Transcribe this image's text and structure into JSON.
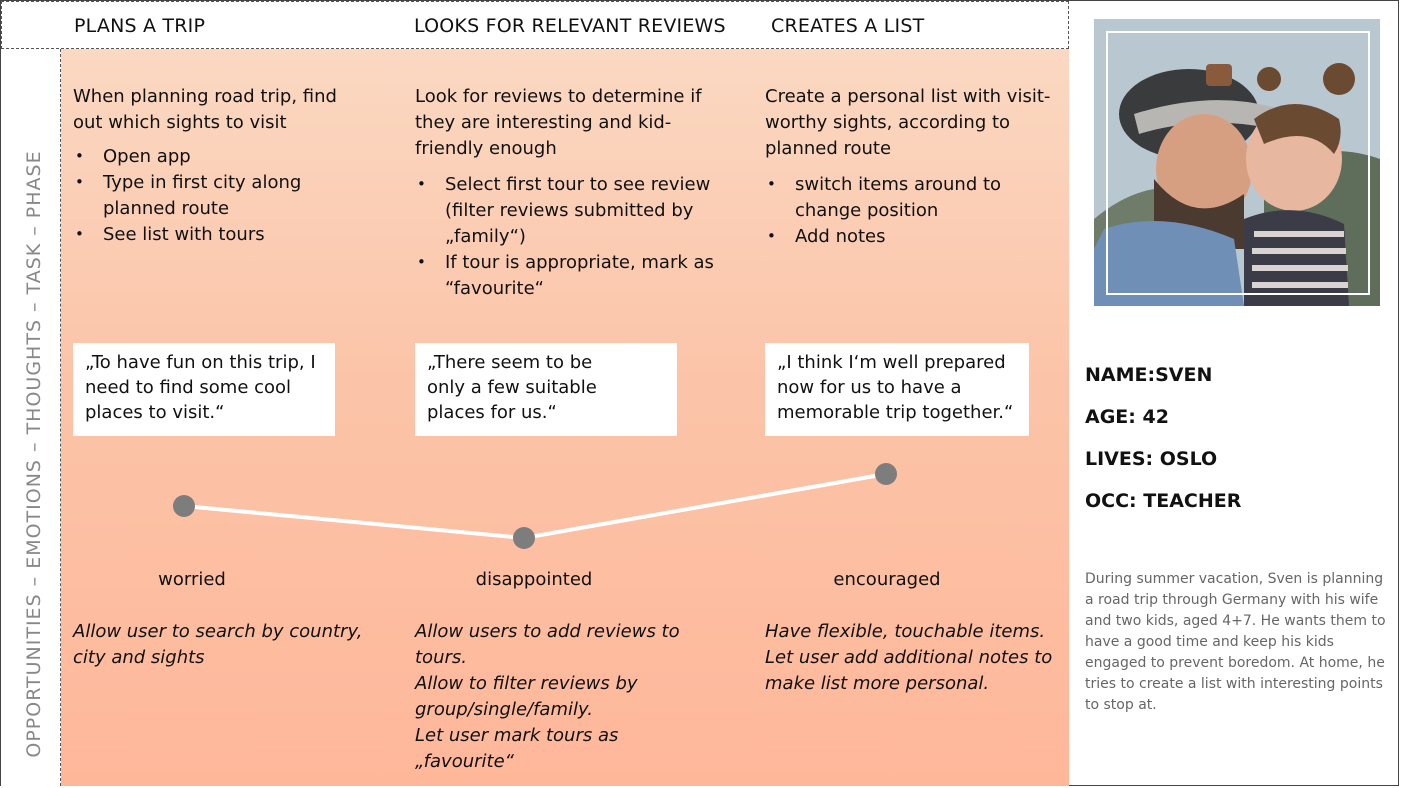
{
  "phases": [
    "PLANS A TRIP",
    "LOOKS FOR RELEVANT REVIEWS",
    "CREATES A LIST"
  ],
  "side_label": "OPPORTUNITIES  –  EMOTIONS  –  THOUGHTS  –  TASK  –  PHASE",
  "columns": [
    {
      "task": "When planning road trip, find out which sights to visit",
      "bullets": [
        "Open app",
        "Type in first city along planned route",
        "See list with tours"
      ],
      "quote": "„To have fun on this trip, I need to find some cool places to visit.“",
      "emotion": "worried",
      "emotion_level": 0.5,
      "opportunities": [
        "Allow user to search by country, city and sights"
      ]
    },
    {
      "task": "Look for reviews to determine if they are interesting and kid-friendly enough",
      "bullets": [
        "Select first tour to see review (filter reviews submitted by „family“)",
        "If tour is appropriate, mark as “favourite“"
      ],
      "quote": "„There seem to be only a few suitable places for us.“",
      "emotion": "disappointed",
      "emotion_level": 0.0,
      "opportunities": [
        "Allow users to add reviews to tours.",
        "Allow to filter reviews by group/single/family.",
        "Let user mark tours as „favourite“"
      ]
    },
    {
      "task": "Create a personal list with visit-worthy sights, according to planned route",
      "bullets": [
        "switch items around to change position",
        "Add notes"
      ],
      "quote": "„I think I‘m well prepared now for us to have a memorable trip together.“",
      "emotion": "encouraged",
      "emotion_level": 1.0,
      "opportunities": [
        "Have flexible, touchable items.",
        "Let user add additional notes to make list more personal."
      ]
    }
  ],
  "persona": {
    "name": "NAME:SVEN",
    "age": "AGE:  42",
    "lives": "LIVES: OSLO",
    "occ": "OCC: TEACHER",
    "description": "During summer vacation, Sven is planning a road trip through Germany with his wife and two kids, aged 4+7. He wants them to have a good time and keep his kids engaged to prevent boredom. At home, he tries to create a list with interesting points to stop at."
  },
  "colors": {
    "dot": "#7d7d7d",
    "line": "#ffffff",
    "bg_top": "#fbd8c2",
    "bg_bottom": "#ffb79a"
  }
}
